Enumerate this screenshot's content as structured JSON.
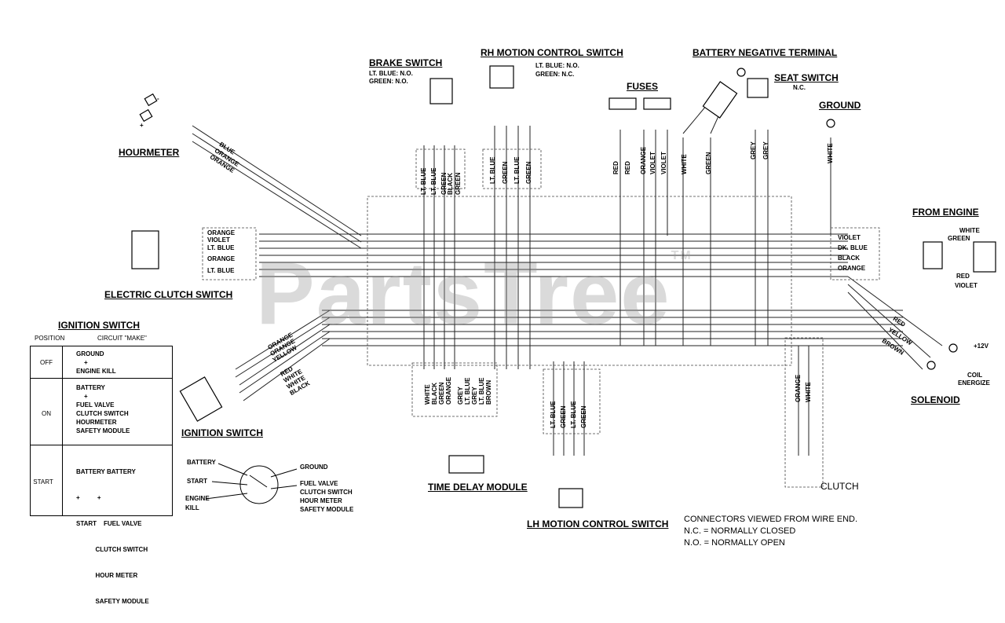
{
  "titles": {
    "hourmeter": "HOURMETER",
    "brake_switch": "BRAKE SWITCH",
    "rh_motion": "RH MOTION CONTROL SWITCH",
    "battery_neg": "BATTERY NEGATIVE TERMINAL",
    "fuses": "FUSES",
    "seat_switch": "SEAT SWITCH",
    "ground": "GROUND",
    "from_engine": "FROM ENGINE",
    "electric_clutch": "ELECTRIC CLUTCH SWITCH",
    "ignition_switch_table": "IGNITION SWITCH",
    "ignition_switch": "IGNITION SWITCH",
    "time_delay": "TIME DELAY MODULE",
    "lh_motion": "LH MOTION CONTROL SWITCH",
    "solenoid": "SOLENOID",
    "clutch": "CLUTCH"
  },
  "notes": {
    "brake_lt_blue": "LT. BLUE: N.O.",
    "brake_green": "GREEN: N.O.",
    "rh_lt_blue": "LT. BLUE: N.O.",
    "rh_green": "GREEN: N.C.",
    "seat_nc": "N.C.",
    "plus_12v": "+12V",
    "coil": "COIL",
    "energize": "ENERGIZE",
    "connectors": "CONNECTORS VIEWED FROM WIRE END.",
    "nc": "N.C. =  NORMALLY CLOSED",
    "no": "N.O. =  NORMALLY OPEN",
    "minus": "-",
    "plus": "+"
  },
  "watermark": "PartsTree",
  "watermark_tm": "TM",
  "table": {
    "position_header": "POSITION",
    "circuit_header": "CIRCUIT \"MAKE\"",
    "rows": [
      {
        "position": "OFF",
        "lines": [
          "GROUND",
          "+",
          "ENGINE KILL"
        ]
      },
      {
        "position": "ON",
        "lines": [
          "BATTERY",
          "+",
          "FUEL VALVE",
          "CLUTCH SWITCH",
          "HOURMETER",
          "SAFETY MODULE"
        ]
      },
      {
        "position": "START",
        "lines": [
          "BATTERY BATTERY",
          "+          +",
          "START    FUEL VALVE",
          "           CLUTCH SWITCH",
          "           HOUR METER",
          "           SAFETY MODULE"
        ]
      }
    ]
  },
  "ignition_symbol": {
    "battery": "BATTERY",
    "start": "START",
    "engine": "ENGINE",
    "kill": "KILL",
    "ground": "GROUND",
    "fuel_valve": "FUEL VALVE",
    "clutch_switch": "CLUTCH SWITCH",
    "hour_meter": "HOUR METER",
    "safety_module": "SAFETY MODULE"
  },
  "wires": {
    "hourmeter": [
      "BLUE",
      "ORANGE",
      "ORANGE"
    ],
    "clutch_switch": [
      "ORANGE",
      "VIOLET",
      "LT. BLUE",
      "ORANGE",
      "LT. BLUE"
    ],
    "brake": [
      "LT. BLUE",
      "LT. BLUE",
      "GREEN",
      "BLACK",
      "GREEN"
    ],
    "rh": [
      "LT. BLUE",
      "GREEN",
      "LT. BLUE",
      "GREEN"
    ],
    "fuses": [
      "RED",
      "RED",
      "ORANGE",
      "VIOLET",
      "VIOLET"
    ],
    "battery_neg": [
      "WHITE",
      "GREEN"
    ],
    "seat": [
      "GREY",
      "GREY"
    ],
    "ground": [
      "WHITE"
    ],
    "engine": [
      "VIOLET",
      "DK. BLUE",
      "BLACK",
      "ORANGE"
    ],
    "engine_conn": [
      "WHITE",
      "GREEN",
      "RED",
      "VIOLET"
    ],
    "ignition": [
      "ORANGE",
      "ORANGE",
      "YELLOW",
      "RED",
      "WHITE",
      "WHITE",
      "BLACK"
    ],
    "time_delay": [
      "WHITE",
      "BLACK",
      "GREEN",
      "ORANGE",
      "GREY",
      "LT. BLUE",
      "GREY",
      "LT. BLUE",
      "BROWN"
    ],
    "lh": [
      "LT. BLUE",
      "GREEN",
      "LT. BLUE",
      "GREEN"
    ],
    "solenoid": [
      "RED",
      "YELLOW",
      "BROWN"
    ],
    "clutch": [
      "ORANGE",
      "WHITE"
    ]
  }
}
